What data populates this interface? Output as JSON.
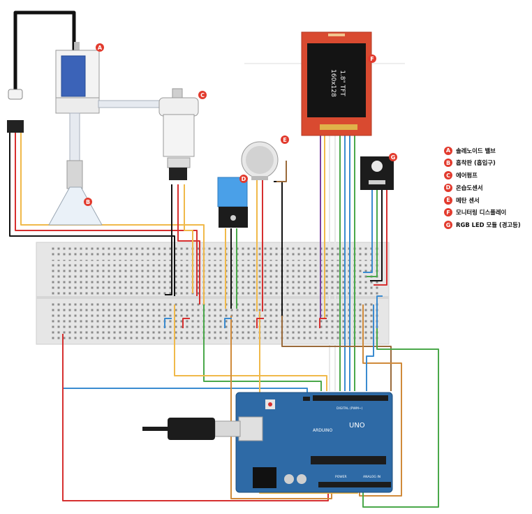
{
  "components": [
    {
      "letter": "A",
      "label": "솔레노이드 밸브"
    },
    {
      "letter": "B",
      "label": "흡착판 (흡입구)"
    },
    {
      "letter": "C",
      "label": "에어펌프"
    },
    {
      "letter": "D",
      "label": "온습도센서"
    },
    {
      "letter": "E",
      "label": "메탄 센서"
    },
    {
      "letter": "F",
      "label": "모니터링 디스플레이"
    },
    {
      "letter": "G",
      "label": "RGB LED 모듈 (경고등)"
    }
  ],
  "tft": {
    "line1": "1.8\" TFT",
    "line2": "160x128"
  },
  "arduino": {
    "model": "UNO",
    "brand": "ARDUINO",
    "digital_header": "DIGITAL (PWM~)",
    "power_header": "POWER",
    "analog_header": "ANALOG IN"
  },
  "colors": {
    "badge": "#e23b2e",
    "board": "#2e6aa6",
    "wire_red": "#d62f2f",
    "wire_yellow": "#f0b94a",
    "wire_black": "#111111",
    "wire_orange": "#d08a3a",
    "wire_green": "#4aa84a",
    "wire_blue": "#3a8bd0",
    "wire_purple": "#7a3fa0",
    "wire_brown": "#9a6a3a",
    "wire_white": "#e8e8e8"
  }
}
